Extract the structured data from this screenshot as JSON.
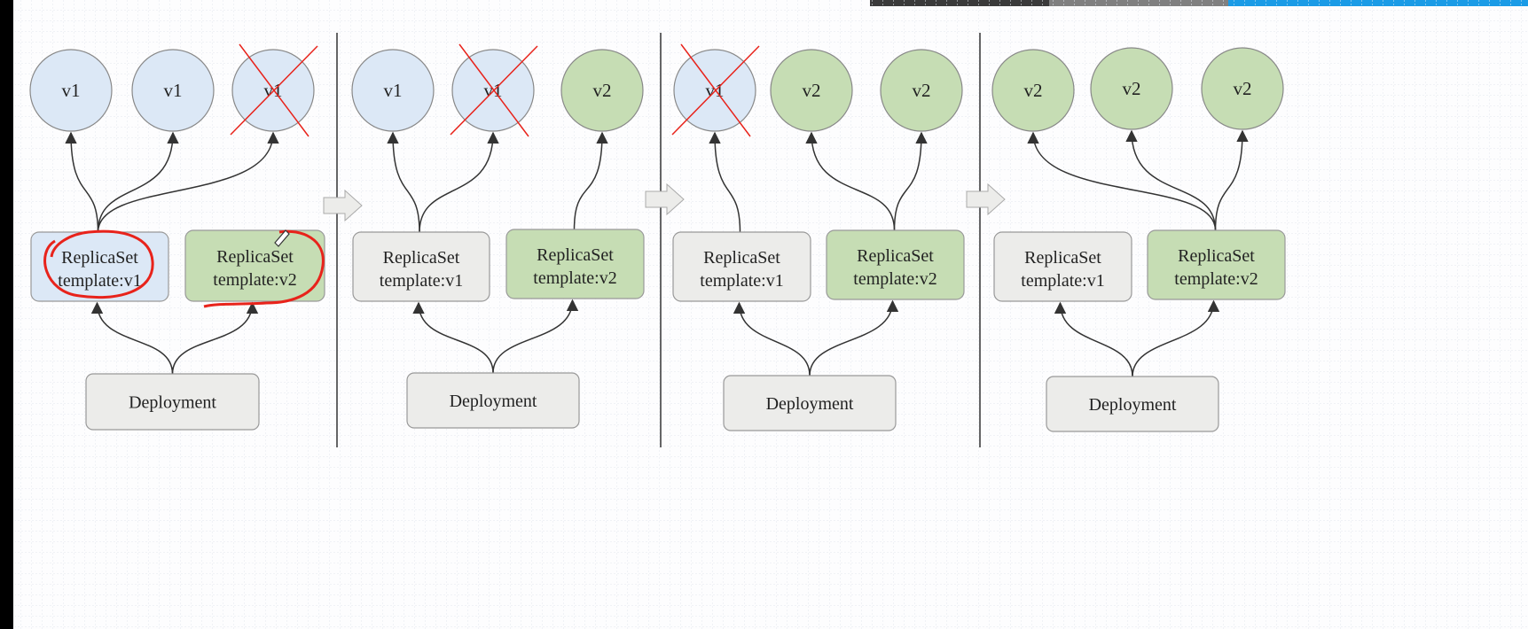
{
  "colors": {
    "pod_v1": "#dce8f6",
    "pod_v2": "#c6ddb4",
    "box_neutral": "#ececea",
    "annotation": "#e8231b",
    "progress_segments": [
      "#3a3a3a",
      "#808080",
      "#1a9be6"
    ]
  },
  "panels": [
    {
      "pods": [
        {
          "label": "v1",
          "version": "v1",
          "deleted": false
        },
        {
          "label": "v1",
          "version": "v1",
          "deleted": false
        },
        {
          "label": "v1",
          "version": "v1",
          "deleted": true
        }
      ],
      "replicasets": [
        {
          "title": "ReplicaSet",
          "template": "template:v1",
          "active_color": "v1"
        },
        {
          "title": "ReplicaSet",
          "template": "template:v2",
          "active_color": "v2"
        }
      ],
      "deployment": "Deployment"
    },
    {
      "pods": [
        {
          "label": "v1",
          "version": "v1",
          "deleted": false
        },
        {
          "label": "v1",
          "version": "v1",
          "deleted": true
        },
        {
          "label": "v2",
          "version": "v2",
          "deleted": false
        }
      ],
      "replicasets": [
        {
          "title": "ReplicaSet",
          "template": "template:v1",
          "active_color": "neutral"
        },
        {
          "title": "ReplicaSet",
          "template": "template:v2",
          "active_color": "v2"
        }
      ],
      "deployment": "Deployment"
    },
    {
      "pods": [
        {
          "label": "v1",
          "version": "v1",
          "deleted": true
        },
        {
          "label": "v2",
          "version": "v2",
          "deleted": false
        },
        {
          "label": "v2",
          "version": "v2",
          "deleted": false
        }
      ],
      "replicasets": [
        {
          "title": "ReplicaSet",
          "template": "template:v1",
          "active_color": "neutral"
        },
        {
          "title": "ReplicaSet",
          "template": "template:v2",
          "active_color": "v2"
        }
      ],
      "deployment": "Deployment"
    },
    {
      "pods": [
        {
          "label": "v2",
          "version": "v2",
          "deleted": false
        },
        {
          "label": "v2",
          "version": "v2",
          "deleted": false
        },
        {
          "label": "v2",
          "version": "v2",
          "deleted": false
        }
      ],
      "replicasets": [
        {
          "title": "ReplicaSet",
          "template": "template:v1",
          "active_color": "neutral"
        },
        {
          "title": "ReplicaSet",
          "template": "template:v2",
          "active_color": "v2"
        }
      ],
      "deployment": "Deployment"
    }
  ]
}
